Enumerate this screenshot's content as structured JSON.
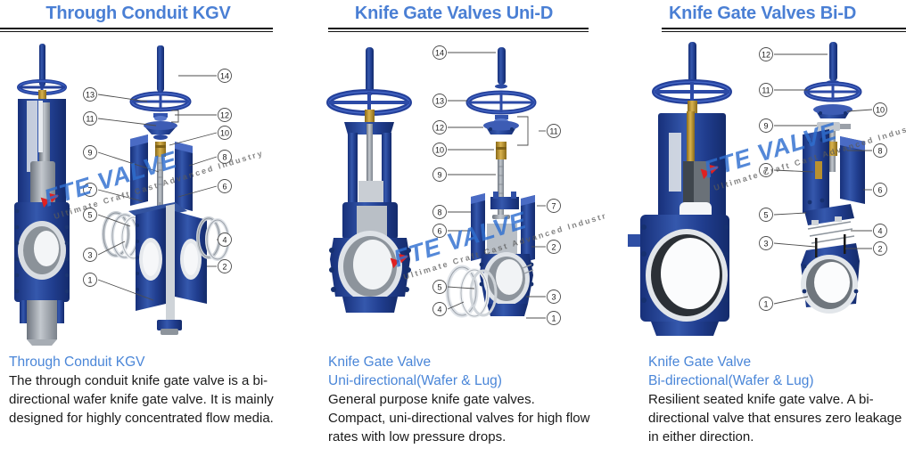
{
  "watermark": {
    "brand": "FTE VALVE",
    "tagline": "Ultimate Craft Cast Advanced Industry",
    "brand_color": "#2f6fd0",
    "mark_color": "#e02020"
  },
  "theme": {
    "title_blue": "#4a7fd4",
    "caption_heading_blue": "#4a86d8",
    "body_text": "#1a1a1a",
    "rule_black": "#111111",
    "valve_blue_dark": "#1b3578",
    "valve_blue": "#2b4fa0",
    "valve_blue_light": "#4a6fc0",
    "metal_gray": "#9aa0a8",
    "brass": "#b8902f",
    "callout_stroke": "#4d4d4d"
  },
  "columns": [
    {
      "id": "through-conduit-kgv",
      "title": "Through Conduit KGV",
      "caption_heading": "Through Conduit KGV",
      "caption_body": "The through conduit knife gate valve is a bi-directional wafer knife gate valve. It is mainly designed for highly concentrated flow media.",
      "callouts_left": [
        "13",
        "11",
        "9",
        "7",
        "5",
        "3",
        "1"
      ],
      "callouts_right": [
        "14",
        "12",
        "10",
        "8",
        "6",
        "4",
        "2"
      ],
      "part_count": 14
    },
    {
      "id": "knife-gate-valves-uni-d",
      "title": "Knife Gate Valves Uni-D",
      "caption_heading_line1": "Knife Gate Valve",
      "caption_heading_line2": "Uni-directional(Wafer & Lug)",
      "caption_body": "General purpose knife gate valves. Compact, uni-directional valves for high flow rates with low pressure drops.",
      "callouts_left": [
        "14",
        "13",
        "12",
        "10",
        "9",
        "8",
        "6",
        "5",
        "4"
      ],
      "callouts_right": [
        "11",
        "7",
        "2",
        "3",
        "1"
      ],
      "part_count": 14
    },
    {
      "id": "knife-gate-valves-bi-d",
      "title": "Knife Gate Valves Bi-D",
      "caption_heading_line1": "Knife Gate Valve",
      "caption_heading_line2": "Bi-directional(Wafer & Lug)",
      "caption_body": "Resilient seated knife gate valve. A bi-directional valve that ensures zero leakage in either direction.",
      "callouts_left": [
        "12",
        "11",
        "9",
        "7",
        "5",
        "3",
        "1"
      ],
      "callouts_right": [
        "10",
        "8",
        "6",
        "4",
        "2"
      ],
      "part_count": 12
    }
  ]
}
